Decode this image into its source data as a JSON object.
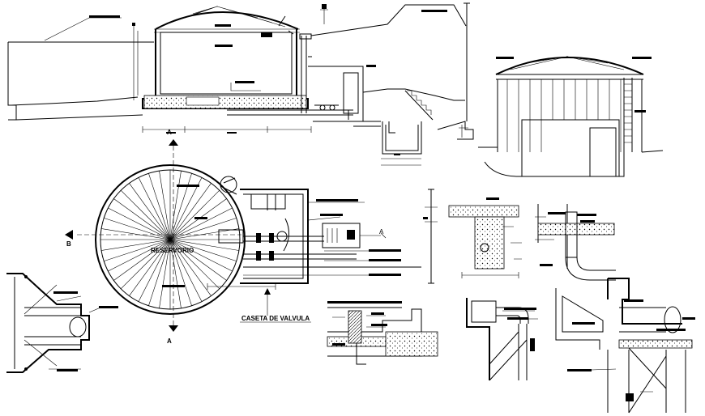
{
  "labels": {
    "reservoir": "RESERVORIO",
    "valve_house": "CASETA DE VALVULA",
    "section_a": "A",
    "section_b": "B"
  },
  "colors": {
    "line": "#000000",
    "background": "#ffffff"
  }
}
